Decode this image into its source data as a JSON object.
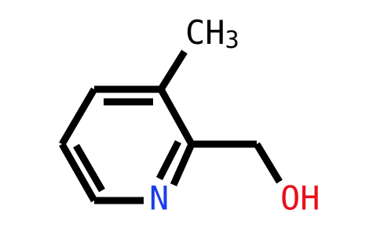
{
  "molecule": {
    "labels": {
      "methyl": {
        "main": "CH",
        "sub": "3"
      },
      "nitrogen": "N",
      "hydroxyl": "OH"
    }
  },
  "colors": {
    "bond": "#000000",
    "carbon_label": "#000000",
    "nitrogen": "#1a3ee8",
    "oxygen": "#e8101a"
  }
}
